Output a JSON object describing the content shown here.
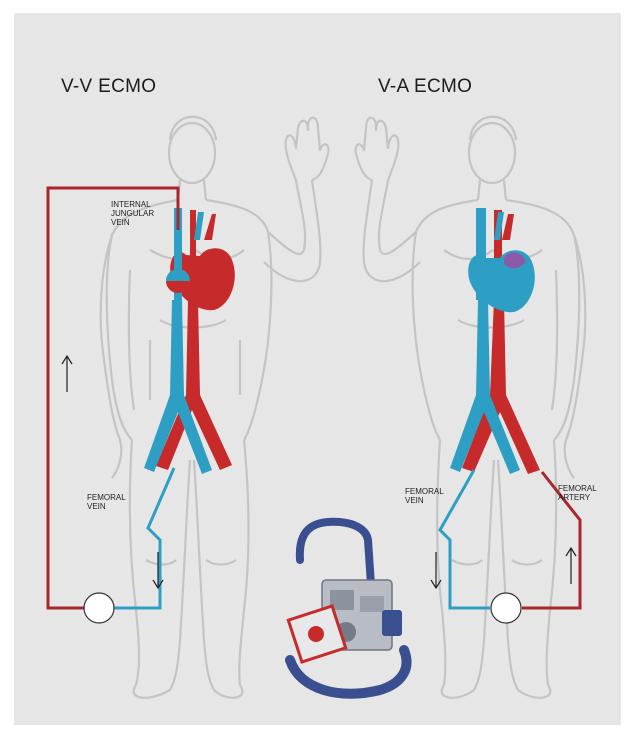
{
  "left_diagram": {
    "title": "V-V ECMO",
    "labels": {
      "internal_jugular_vein": "INTERNAL\nJUNGULAR\nVEIN",
      "femoral_vein": "FEMORAL\nVEIN"
    }
  },
  "right_diagram": {
    "title": "V-A ECMO",
    "labels": {
      "femoral_vein": "FEMORAL\nVEIN",
      "femoral_artery": "FEMORAL\nARTERY"
    }
  },
  "colors": {
    "background": "#e6e6e6",
    "body_outline": "#c4c4c4",
    "venous_blue": "#2e9fc4",
    "arterial_red": "#c62a2a",
    "circuit_red": "#a8262c",
    "mixing_purple": "#8b5aa8"
  }
}
